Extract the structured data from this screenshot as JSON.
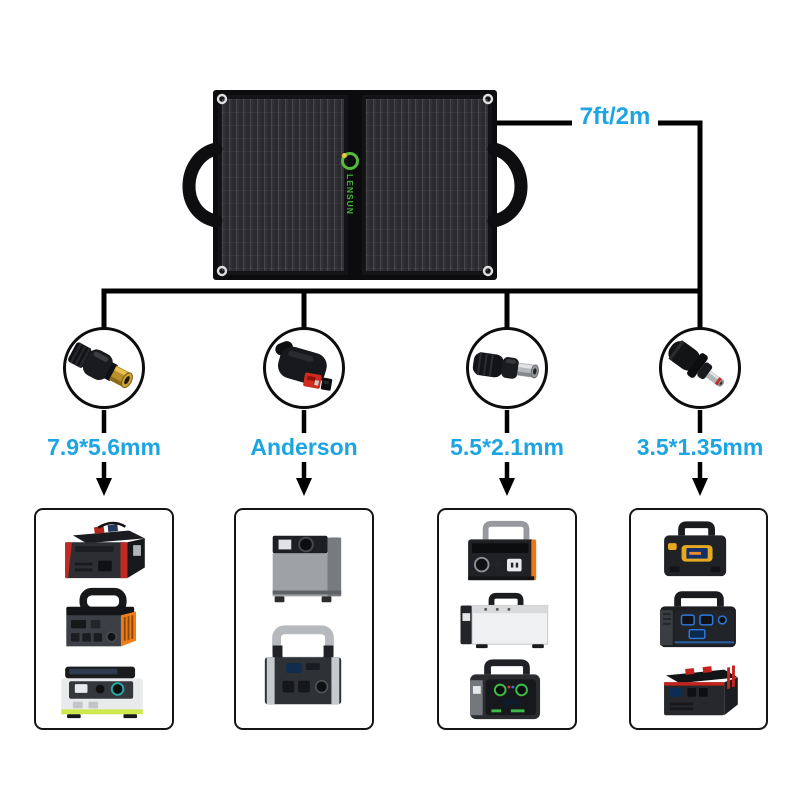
{
  "diagram": {
    "background": "#ffffff",
    "accent_color": "#1da5e3",
    "line_color": "#000000",
    "cable": {
      "length_label": "7ft/2m"
    },
    "solar_panel": {
      "type": "foldable-solar-panel",
      "brand": "LENSUN",
      "brand_color": "#45b53a"
    },
    "connectors": [
      {
        "label": "7.9*5.6mm",
        "icon": "dc-plug-7.9x5.6mm-icon",
        "devices": [
          "power-station-black-red-jumper-thumb",
          "power-station-orange-side-loop-handle-thumb",
          "power-station-white-green-stripe-thumb"
        ]
      },
      {
        "label": "Anderson",
        "icon": "anderson-connector-icon",
        "devices": [
          "power-station-gray-cube-display-thumb",
          "power-station-dark-silver-handle-thumb"
        ]
      },
      {
        "label": "5.5*2.1mm",
        "icon": "dc-plug-5.5x2.1mm-icon",
        "devices": [
          "power-station-black-orange-trim-thumb",
          "power-station-silver-black-handle-thumb",
          "power-station-rugged-green-buttons-thumb"
        ]
      },
      {
        "label": "3.5*1.35mm",
        "icon": "dc-plug-3.5x1.35mm-icon",
        "devices": [
          "power-station-yellow-display-thumb",
          "power-station-blue-accent-ports-thumb",
          "power-station-red-trim-thumb"
        ]
      }
    ]
  }
}
